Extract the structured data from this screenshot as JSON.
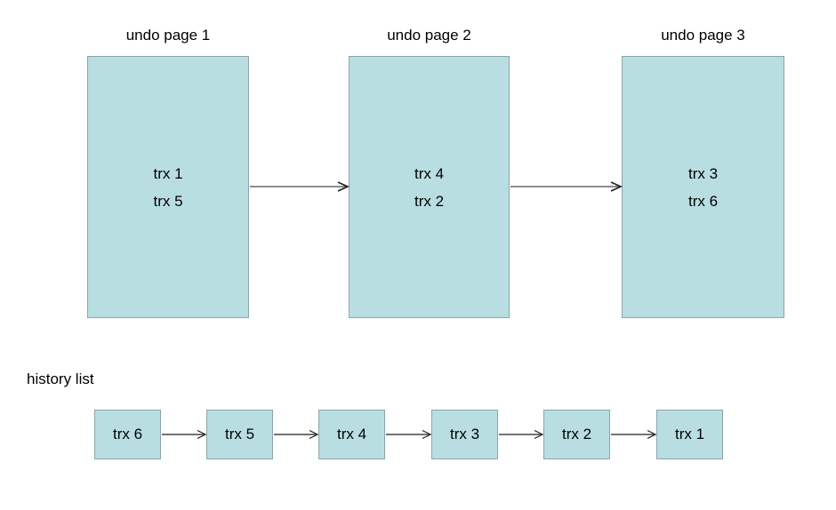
{
  "diagram": {
    "pages": [
      {
        "title": "undo page 1",
        "trx": [
          "trx 1",
          "trx 5"
        ]
      },
      {
        "title": "undo page 2",
        "trx": [
          "trx 4",
          "trx 2"
        ]
      },
      {
        "title": "undo page 3",
        "trx": [
          "trx 3",
          "trx 6"
        ]
      }
    ],
    "history": {
      "label": "history list",
      "items": [
        "trx 6",
        "trx 5",
        "trx 4",
        "trx 3",
        "trx 2",
        "trx 1"
      ]
    },
    "colors": {
      "background": "#ffffff",
      "text": "#000000",
      "box_fill": "#b9dee2",
      "box_border": "#8ba4a9",
      "page_arrow_line": "#666666",
      "arrow_head": "#1f1f1f",
      "history_arrow": "#1f1f1f"
    }
  }
}
